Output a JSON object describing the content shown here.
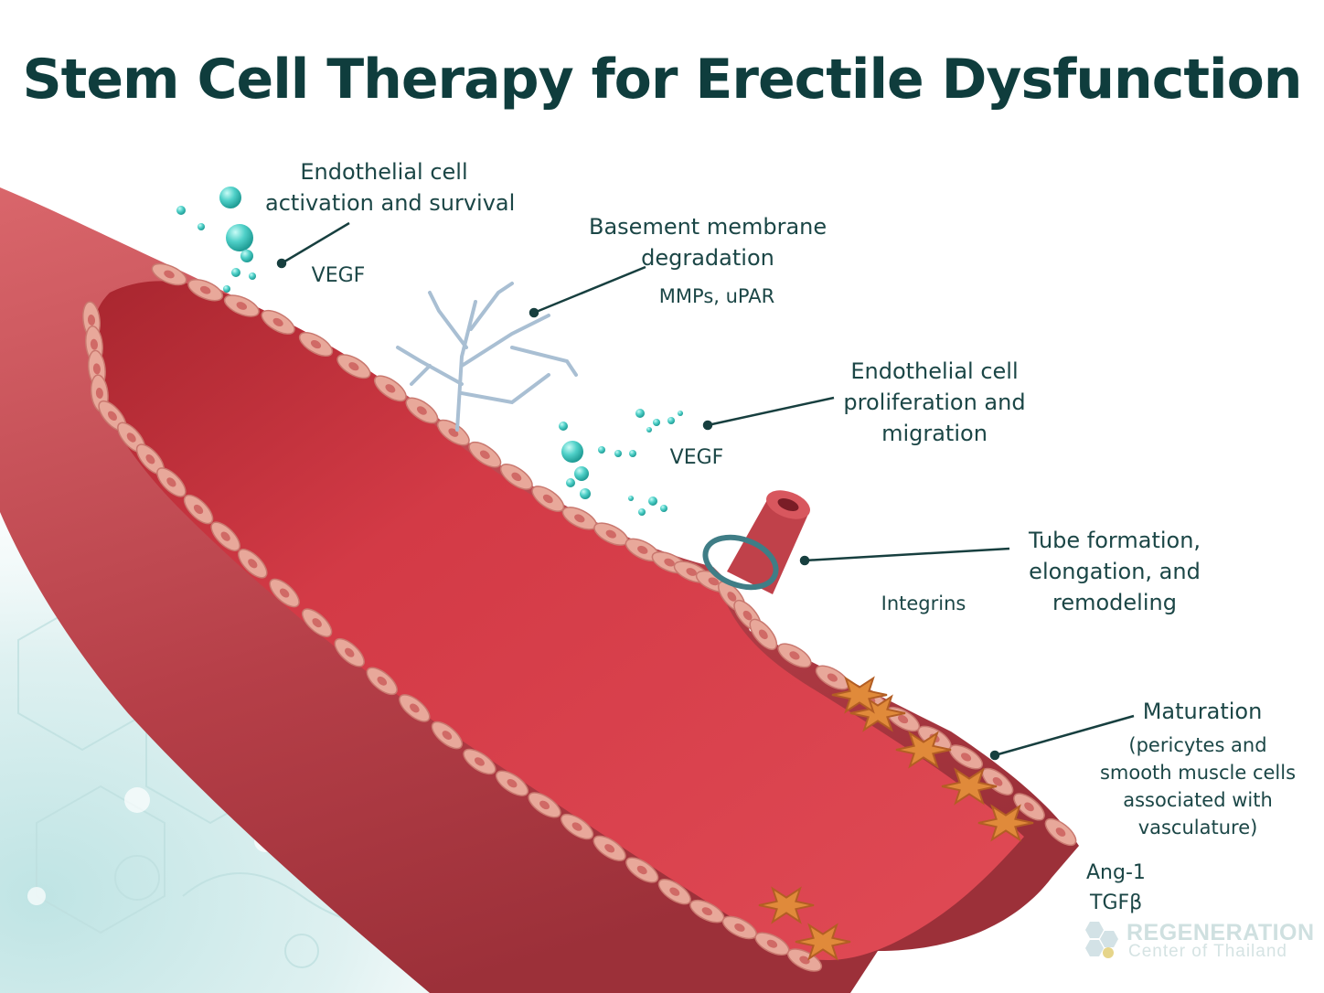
{
  "title": "Stem Cell Therapy for  Erectile Dysfunction",
  "labels": {
    "activation": {
      "line1": "Endothelial cell",
      "line2": "activation and survival",
      "molecule": "VEGF"
    },
    "membrane": {
      "line1": "Basement membrane",
      "line2": "degradation",
      "molecule": "MMPs, uPAR"
    },
    "proliferation": {
      "line1": "Endothelial cell",
      "line2": "proliferation and",
      "line3": "migration",
      "molecule": "VEGF"
    },
    "tube": {
      "line1": "Tube formation,",
      "line2": "elongation, and",
      "line3": "remodeling",
      "molecule": "Integrins"
    },
    "maturation": {
      "heading": "Maturation",
      "line1": "(pericytes and",
      "line2": "smooth muscle cells",
      "line3": "associated with",
      "line4": "vasculature)",
      "molecule1": "Ang-1",
      "molecule2": "TGFβ"
    }
  },
  "logo": {
    "line1": "REGENERATION",
    "line2": "Center of Thailand"
  },
  "colors": {
    "title": "#0f3d3d",
    "text": "#1b4646",
    "vessel_outer": "#c0474f",
    "vessel_inner": "#d63a48",
    "endothelial_cell": "#e8a89a",
    "pericyte": "#e08a3a",
    "molecule": "#4fd0c8",
    "background_tint": "#cdeaea"
  }
}
